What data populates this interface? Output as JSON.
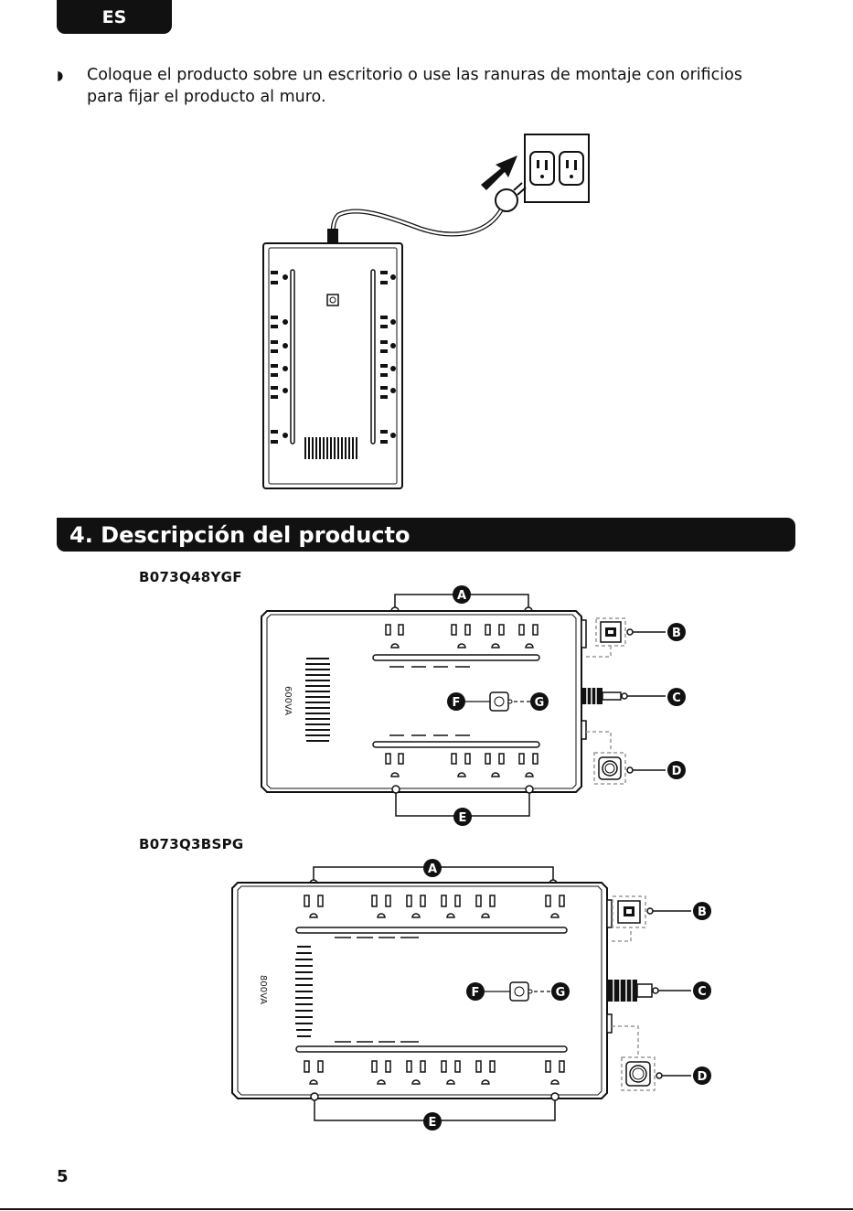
{
  "header": {
    "lang_tab": "ES"
  },
  "intro": {
    "bullet_text": "Coloque el producto sobre un escritorio o use las ranuras de montaje con orificios para fijar el producto al muro."
  },
  "section": {
    "title": "4. Descripción del producto"
  },
  "models": [
    {
      "name": "B073Q48YGF",
      "capacity": "600VA"
    },
    {
      "name": "B073Q3BSPG",
      "capacity": "800VA"
    }
  ],
  "callouts": {
    "a": "A",
    "b": "B",
    "c": "C",
    "d": "D",
    "e": "E",
    "f": "F",
    "g": "G"
  },
  "footer": {
    "page_number": "5"
  }
}
